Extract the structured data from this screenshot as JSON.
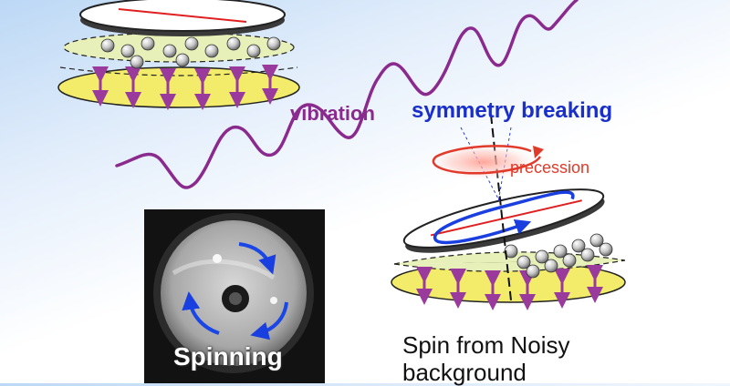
{
  "labels": {
    "vibration": "vibration",
    "symmetry_breaking": "symmetry breaking",
    "precession": "precession",
    "spinning": "Spinning",
    "caption_line1": "Spin from Noisy",
    "caption_line2": "background"
  },
  "colors": {
    "vibration": "#8b2a8e",
    "symmetry": "#1a2fc9",
    "precession": "#e23a2a",
    "platform": "#f2ec6a",
    "bead_layer": "#e7f0b8",
    "arrows": "#9a3a9c"
  },
  "photo": {
    "rotation_arrows": "clockwise-arrows"
  }
}
